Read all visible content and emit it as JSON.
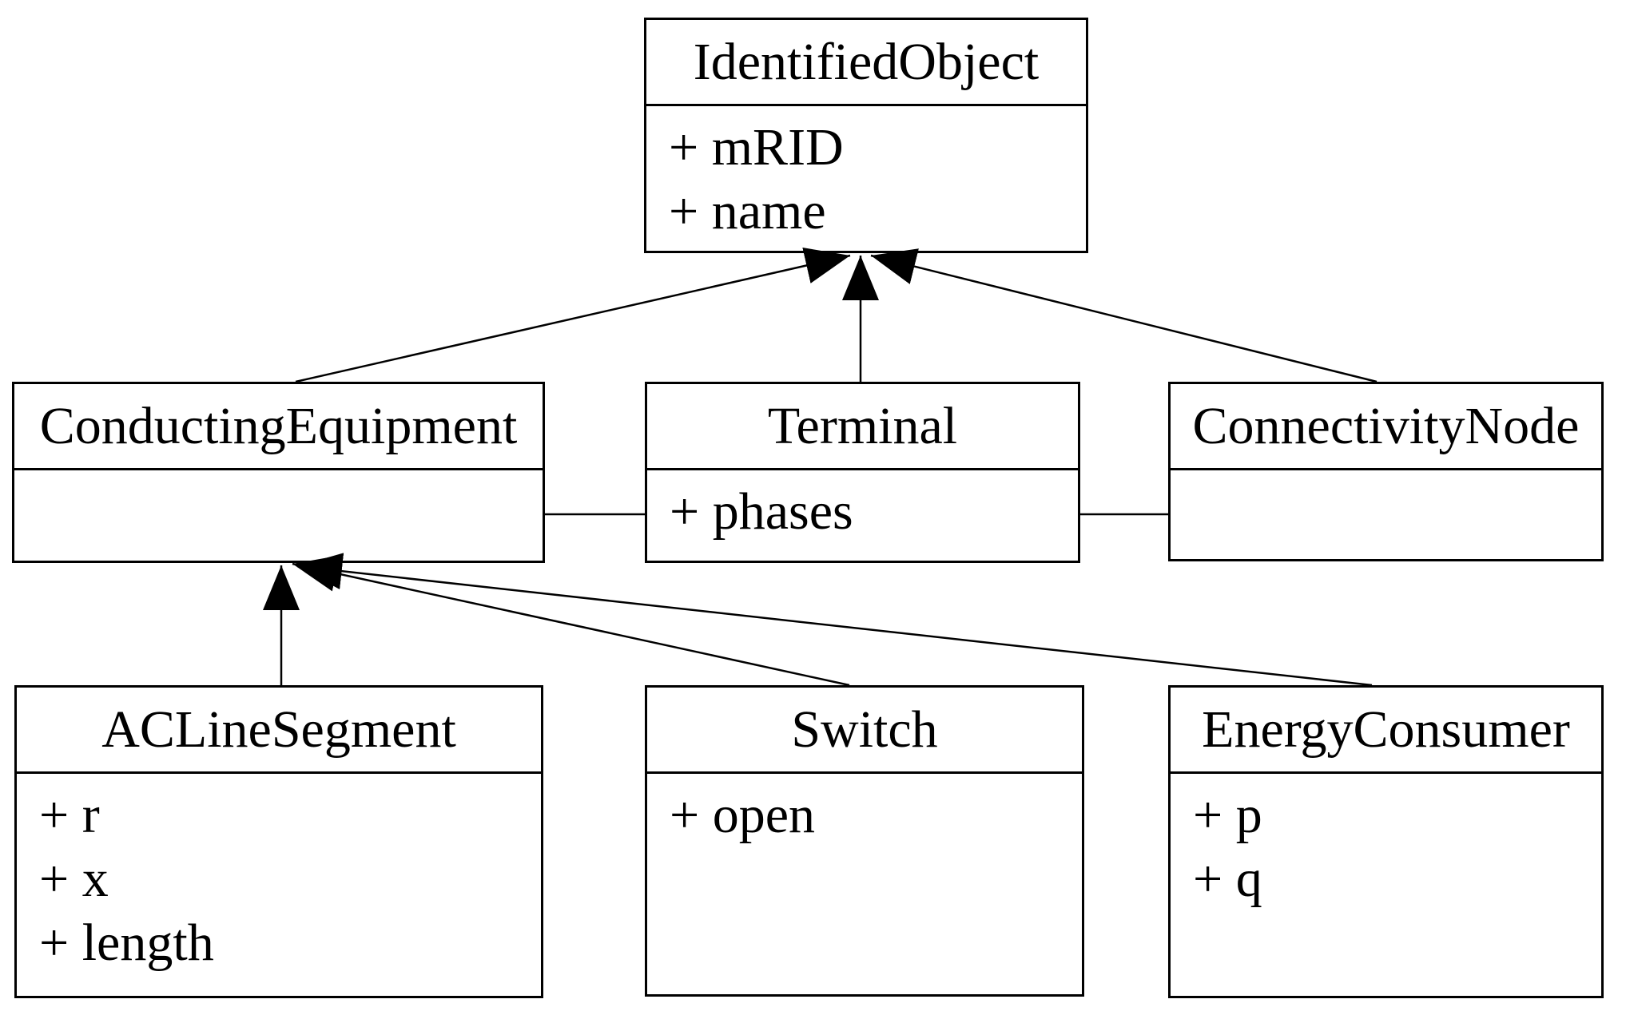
{
  "diagram": {
    "kind": "uml-class-diagram",
    "colors": {
      "line": "#000000",
      "text": "#000000",
      "background": "#ffffff"
    },
    "classes": [
      {
        "name": "IdentifiedObject",
        "attributes": [
          "+ mRID",
          "+ name"
        ]
      },
      {
        "name": "ConductingEquipment",
        "attributes": []
      },
      {
        "name": "Terminal",
        "attributes": [
          "+ phases"
        ]
      },
      {
        "name": "ConnectivityNode",
        "attributes": []
      },
      {
        "name": "ACLineSegment",
        "attributes": [
          "+ r",
          "+ x",
          "+ length"
        ]
      },
      {
        "name": "Switch",
        "attributes": [
          "+ open"
        ]
      },
      {
        "name": "EnergyConsumer",
        "attributes": [
          "+ p",
          "+ q"
        ]
      }
    ],
    "relations": [
      {
        "type": "generalization",
        "from": "ConductingEquipment",
        "to": "IdentifiedObject"
      },
      {
        "type": "generalization",
        "from": "Terminal",
        "to": "IdentifiedObject"
      },
      {
        "type": "generalization",
        "from": "ConnectivityNode",
        "to": "IdentifiedObject"
      },
      {
        "type": "generalization",
        "from": "ACLineSegment",
        "to": "ConductingEquipment"
      },
      {
        "type": "generalization",
        "from": "Switch",
        "to": "ConductingEquipment"
      },
      {
        "type": "generalization",
        "from": "EnergyConsumer",
        "to": "ConductingEquipment"
      },
      {
        "type": "association",
        "from": "ConductingEquipment",
        "to": "Terminal"
      },
      {
        "type": "association",
        "from": "Terminal",
        "to": "ConnectivityNode"
      }
    ]
  }
}
